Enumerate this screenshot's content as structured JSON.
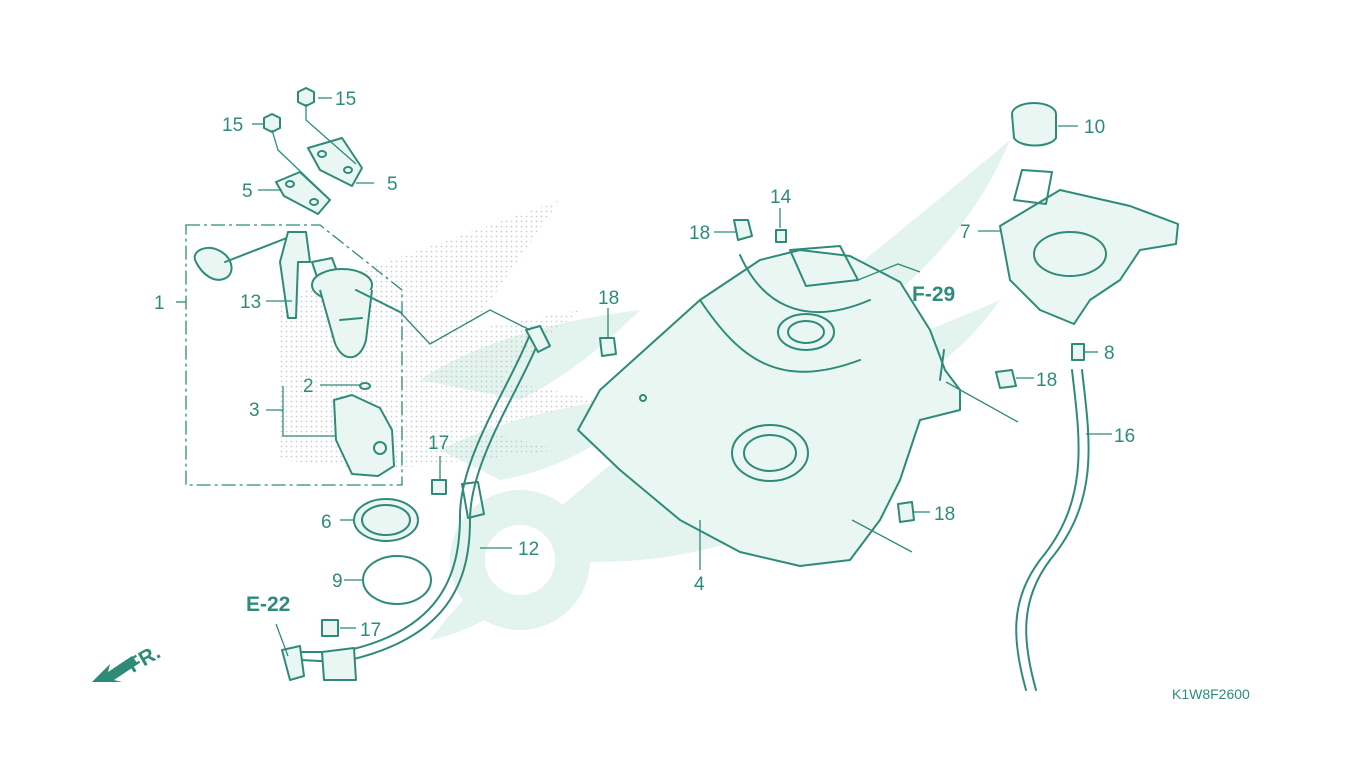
{
  "diagram": {
    "drawing_code": "K1W8F2600",
    "direction_label": "FR.",
    "references": {
      "e22": "E-22",
      "f29": "F-29"
    },
    "callouts": {
      "c1": "1",
      "c2": "2",
      "c3": "3",
      "c4": "4",
      "c5a": "5",
      "c5b": "5",
      "c6": "6",
      "c7": "7",
      "c8": "8",
      "c9": "9",
      "c10": "10",
      "c12": "12",
      "c13": "13",
      "c14": "14",
      "c15a": "15",
      "c15b": "15",
      "c16": "16",
      "c17a": "17",
      "c17b": "17",
      "c18a": "18",
      "c18b": "18",
      "c18c": "18",
      "c18d": "18"
    },
    "colors": {
      "line": "#2e8b7a",
      "watermark": "#e3f3ee",
      "background": "#ffffff"
    }
  }
}
